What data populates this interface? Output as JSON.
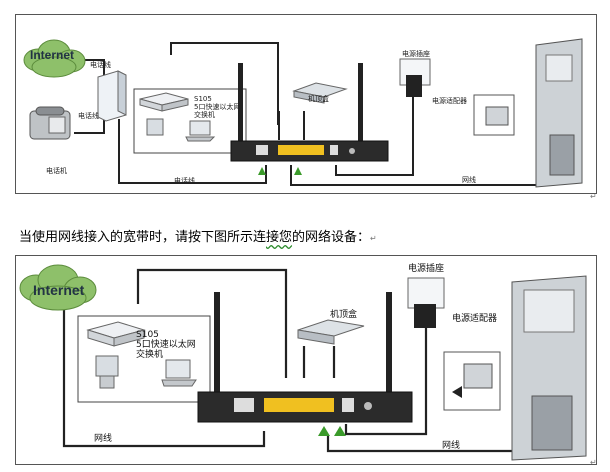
{
  "panel1": {
    "internet": "Internet",
    "phone_line_top": "电话线",
    "phone_line_mid": "电话线",
    "phone_line_bottom": "电话线",
    "phone": "电话机",
    "switch_model": "S105",
    "switch_desc_1": "5口快速以太网",
    "switch_desc_2": "交换机",
    "set_top_box": "机顶盒",
    "power_socket": "电源插座",
    "power_adapter": "电源适配器",
    "network_cable": "网线"
  },
  "caption": {
    "before": "当使用网线接入的宽带时，请按下图所示连",
    "wavy": "接您",
    "after": "的网络设备：",
    "return_mark": "↵"
  },
  "panel2": {
    "internet": "Internet",
    "switch_model": "S105",
    "switch_desc_1": "5口快速以太网",
    "switch_desc_2": "交换机",
    "set_top_box": "机顶盒",
    "power_socket": "电源插座",
    "power_adapter": "电源适配器",
    "network_cable_left": "网线",
    "network_cable_right": "网线"
  },
  "colors": {
    "cloud_green": "#8ec06a",
    "port_yellow": "#f0c020",
    "router_dark": "#2b2b2b",
    "arrow_green": "#3a9a2a"
  }
}
